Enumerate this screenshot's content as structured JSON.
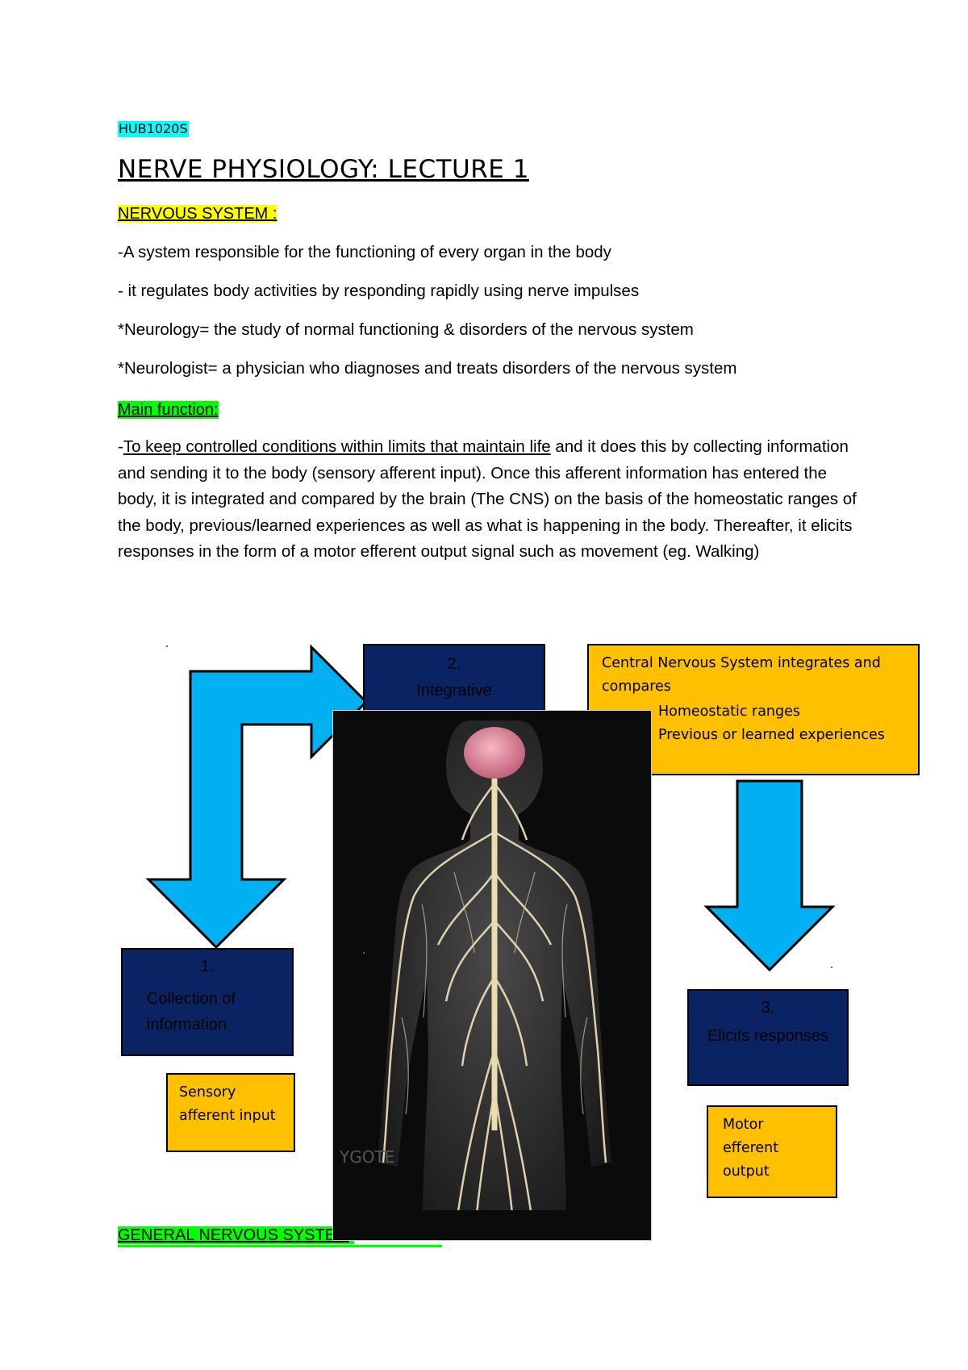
{
  "course_code": "HUB1020S",
  "title": "NERVE PHYSIOLOGY: LECTURE 1",
  "nervous_system": {
    "heading": "NERVOUS SYSTEM :",
    "lines": [
      "-A system responsible for the functioning of every organ in the body",
      "- it regulates body activities by responding rapidly using nerve impulses",
      "*Neurology= the study of normal functioning & disorders of the nervous system",
      "*Neurologist= a physician who diagnoses and treats disorders of the nervous system"
    ]
  },
  "main_function": {
    "heading": "Main function:",
    "prefix": "-",
    "underlined": "To keep controlled conditions within limits that maintain life",
    "rest": " and it does this by collecting information and sending it to the body (sensory afferent input). Once this afferent information has entered the body, it is integrated and compared by the brain (The CNS) on the basis of the homeostatic ranges of the body, previous/learned experiences as well as what is happening in the body. Thereafter, it elicits responses in the form of a motor efferent output signal such as movement (eg. Walking)"
  },
  "diagram": {
    "step1": {
      "num": "1.",
      "label": "Collection of information"
    },
    "step2": {
      "num": "2.",
      "label": "Integrative"
    },
    "step3": {
      "num": "3.",
      "label": "Elicits responses"
    },
    "cns_box": {
      "line1": "Central Nervous System integrates and compares",
      "item1": "Homeostatic ranges",
      "item2": "Previous or learned experiences"
    },
    "sensory_box": "Sensory afferent input",
    "motor_box": "Motor efferent output",
    "photo_watermark": "YGOTE",
    "colors": {
      "navy": "#0a2463",
      "orange": "#ffc000",
      "arrow": "#00b0f0"
    }
  },
  "general_heading": "GENERAL NERVOUS SYSTEM"
}
